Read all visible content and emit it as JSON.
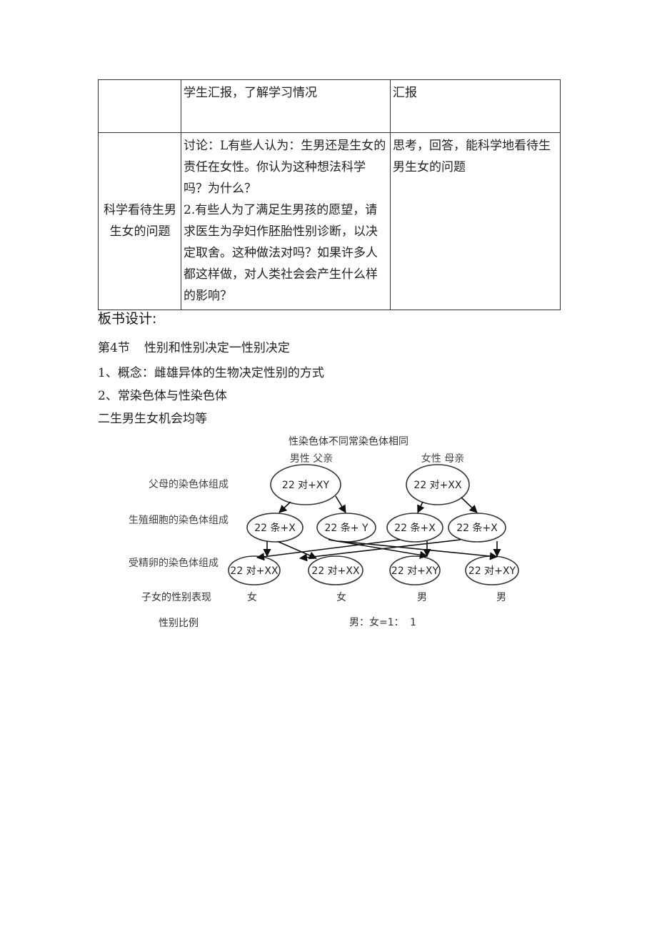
{
  "table": {
    "row1": {
      "col1": "",
      "col2": "学生汇报，了解学习情况",
      "col3": "汇报"
    },
    "row2": {
      "col1": "科学看待生男生女的问题",
      "col2": "讨论：L有些人认为：生男还是生女的责任在女性。你认为这种想法科学吗？为什么？\n2.有些人为了满足生男孩的愿望，请求医生为孕妇作胚胎性别诊断，以决定取舍。这种做法对吗？如果许多人都这样做，对人类社会会产生什么样的影响？",
      "col3": "思考，回答，能科学地看待生男生女的问题"
    }
  },
  "board": {
    "heading": "板书设计:",
    "section_no": "第4节",
    "section_title": "性别和性别决定一性别决定",
    "item1": "1、概念：雌雄异体的生物决定性别的方式",
    "item2": "2、常染色体与性染色体",
    "item3": "二生男生女机会均等"
  },
  "diagram": {
    "top_caption": "性染色体不同常染色体相同",
    "male_parent": "男性 父亲",
    "female_parent": "女性 母亲",
    "row_labels": {
      "parents": "父母的染色体组成",
      "gametes": "生殖细胞的染色体组成",
      "zygotes": "受精卵的染色体组成",
      "offspring": "子女的性别表现",
      "ratio": "性别比例"
    },
    "father_cell": "22 对+XY",
    "mother_cell": "22 对+XX",
    "gametes": [
      "22 条+X",
      "22 条+ Y",
      "22 条+X",
      "22 条+X"
    ],
    "zygotes": [
      "22 对+XX",
      "22 对+XX",
      "22 对+XY",
      "22 对+XY"
    ],
    "offspring_sex": [
      "女",
      "女",
      "男",
      "男"
    ],
    "ratio_text": "男：女=1：",
    "ratio_value": "1"
  }
}
